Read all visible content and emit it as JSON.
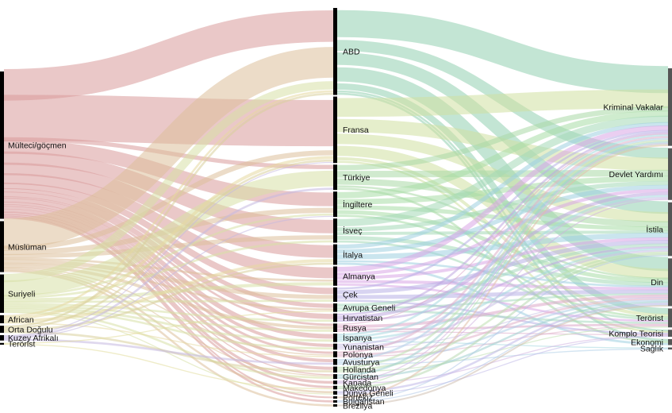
{
  "chart_data": {
    "type": "sankey",
    "title": "",
    "colors": {
      "Mülteci/göçmen": "#d99a9a",
      "Müslüman": "#dcc09a",
      "Suriyeli": "#d7e0a6",
      "African": "#e6d8a0",
      "Orta Doğulu": "#d8d09c",
      "Kuzey Afrikalı": "#c4b8e0",
      "Terörist": "#e2dc9a",
      "ABD": "#92d0b0",
      "Fransa": "#cfe0a0",
      "Türkiye": "#aad8a6",
      "İngiltere": "#a8dca6",
      "İsveç": "#a4d8b6",
      "İtalya": "#9ed0e0",
      "Almanya": "#d8a6e6",
      "Çek": "#b8b0e6",
      "Avrupa Geneli": "#a8d8c0",
      "Hırvatistan": "#c0a8e0",
      "Rusya": "#dca8c8",
      "İspanya": "#a8d8e0",
      "Yunanistan": "#c8c0e6",
      "Polonya": "#e0b0c8",
      "Avusturya": "#b0d0e8",
      "Hollanda": "#c0e0b0",
      "Gürcistan": "#a0d0d0",
      "Kanada": "#d0b0e0",
      "Makedonya": "#b8d8b0",
      "Dünya Geneli": "#c0b8e8",
      "Portekiz": "#e0c0a8",
      "Bulgaristan": "#b0c8e8",
      "Brezilya": "#d0c0b0"
    },
    "columns": [
      {
        "name": "source",
        "nodes": [
          {
            "label": "Mülteci/göçmen",
            "value": 165
          },
          {
            "label": "Müslüman",
            "value": 57
          },
          {
            "label": "Suriyeli",
            "value": 43
          },
          {
            "label": "African",
            "value": 9
          },
          {
            "label": "Orta Doğulu",
            "value": 8
          },
          {
            "label": "Kuzey Afrikalı",
            "value": 6
          },
          {
            "label": "Terörist",
            "value": 2
          }
        ]
      },
      {
        "name": "country",
        "nodes": [
          {
            "label": "ABD",
            "value": 72
          },
          {
            "label": "Fransa",
            "value": 55
          },
          {
            "label": "Türkiye",
            "value": 21
          },
          {
            "label": "İngiltere",
            "value": 21
          },
          {
            "label": "İsveç",
            "value": 20
          },
          {
            "label": "İtalya",
            "value": 17
          },
          {
            "label": "Almanya",
            "value": 16
          },
          {
            "label": "Çek",
            "value": 12
          },
          {
            "label": "Avrupa Geneli",
            "value": 7
          },
          {
            "label": "Hırvatistan",
            "value": 7
          },
          {
            "label": "Rusya",
            "value": 7
          },
          {
            "label": "İspanya",
            "value": 7
          },
          {
            "label": "Yunanistan",
            "value": 5
          },
          {
            "label": "Polonya",
            "value": 5
          },
          {
            "label": "Avusturya",
            "value": 5
          },
          {
            "label": "Hollanda",
            "value": 5
          },
          {
            "label": "Gürcistan",
            "value": 4
          },
          {
            "label": "Kanada",
            "value": 3
          },
          {
            "label": "Makedonya",
            "value": 3
          },
          {
            "label": "Dünya Geneli",
            "value": 3
          },
          {
            "label": "Portekiz",
            "value": 2
          },
          {
            "label": "Bulgaristan",
            "value": 2
          },
          {
            "label": "Brezilya",
            "value": 2
          }
        ]
      },
      {
        "name": "topic",
        "nodes": [
          {
            "label": "Kriminal Vakalar",
            "value": 78
          },
          {
            "label": "Devlet Yardımı",
            "value": 52
          },
          {
            "label": "İstila",
            "value": 54
          },
          {
            "label": "Din",
            "value": 48
          },
          {
            "label": "Terörist",
            "value": 19
          },
          {
            "label": "Komplo Teorisi",
            "value": 7
          },
          {
            "label": "Ekonomi",
            "value": 6
          },
          {
            "label": "Sağlık",
            "value": 2
          }
        ]
      }
    ],
    "links": [
      {
        "source": "Mülteci/göçmen",
        "target": "ABD",
        "value": 30
      },
      {
        "source": "Mülteci/göçmen",
        "target": "Fransa",
        "value": 44
      },
      {
        "source": "Mülteci/göçmen",
        "target": "Türkiye",
        "value": 4
      },
      {
        "source": "Mülteci/göçmen",
        "target": "İngiltere",
        "value": 13
      },
      {
        "source": "Mülteci/göçmen",
        "target": "İsveç",
        "value": 12
      },
      {
        "source": "Mülteci/göçmen",
        "target": "İtalya",
        "value": 12
      },
      {
        "source": "Mülteci/göçmen",
        "target": "Almanya",
        "value": 10
      },
      {
        "source": "Mülteci/göçmen",
        "target": "Çek",
        "value": 6
      },
      {
        "source": "Mülteci/göçmen",
        "target": "Avrupa Geneli",
        "value": 4
      },
      {
        "source": "Mülteci/göçmen",
        "target": "Hırvatistan",
        "value": 5
      },
      {
        "source": "Mülteci/göçmen",
        "target": "Rusya",
        "value": 2
      },
      {
        "source": "Mülteci/göçmen",
        "target": "İspanya",
        "value": 4
      },
      {
        "source": "Mülteci/göçmen",
        "target": "Yunanistan",
        "value": 3
      },
      {
        "source": "Mülteci/göçmen",
        "target": "Polonya",
        "value": 2
      },
      {
        "source": "Mülteci/göçmen",
        "target": "Avusturya",
        "value": 3
      },
      {
        "source": "Mülteci/göçmen",
        "target": "Hollanda",
        "value": 3
      },
      {
        "source": "Mülteci/göçmen",
        "target": "Gürcistan",
        "value": 1
      },
      {
        "source": "Mülteci/göçmen",
        "target": "Kanada",
        "value": 2
      },
      {
        "source": "Mülteci/göçmen",
        "target": "Makedonya",
        "value": 2
      },
      {
        "source": "Mülteci/göçmen",
        "target": "Portekiz",
        "value": 1
      },
      {
        "source": "Mülteci/göçmen",
        "target": "Bulgaristan",
        "value": 2
      },
      {
        "source": "Müslüman",
        "target": "ABD",
        "value": 30
      },
      {
        "source": "Müslüman",
        "target": "Fransa",
        "value": 5
      },
      {
        "source": "Müslüman",
        "target": "İngiltere",
        "value": 5
      },
      {
        "source": "Müslüman",
        "target": "İsveç",
        "value": 4
      },
      {
        "source": "Müslüman",
        "target": "Almanya",
        "value": 2
      },
      {
        "source": "Müslüman",
        "target": "Çek",
        "value": 4
      },
      {
        "source": "Müslüman",
        "target": "Avrupa Geneli",
        "value": 2
      },
      {
        "source": "Müslüman",
        "target": "Rusya",
        "value": 3
      },
      {
        "source": "Müslüman",
        "target": "Polonya",
        "value": 1
      },
      {
        "source": "Müslüman",
        "target": "Gürcistan",
        "value": 1
      },
      {
        "source": "Müslüman",
        "target": "Brezilya",
        "value": 2
      },
      {
        "source": "Müslüman",
        "target": "Dünya Geneli",
        "value": 2
      },
      {
        "source": "Suriyeli",
        "target": "ABD",
        "value": 8
      },
      {
        "source": "Suriyeli",
        "target": "Türkiye",
        "value": 15
      },
      {
        "source": "Suriyeli",
        "target": "İngiltere",
        "value": 2
      },
      {
        "source": "Suriyeli",
        "target": "İsveç",
        "value": 2
      },
      {
        "source": "Suriyeli",
        "target": "Almanya",
        "value": 3
      },
      {
        "source": "Suriyeli",
        "target": "Çek",
        "value": 2
      },
      {
        "source": "Suriyeli",
        "target": "Hırvatistan",
        "value": 2
      },
      {
        "source": "Suriyeli",
        "target": "Rusya",
        "value": 2
      },
      {
        "source": "Suriyeli",
        "target": "İspanya",
        "value": 2
      },
      {
        "source": "Suriyeli",
        "target": "Yunanistan",
        "value": 2
      },
      {
        "source": "Suriyeli",
        "target": "Gürcistan",
        "value": 2
      },
      {
        "source": "Suriyeli",
        "target": "Dünya Geneli",
        "value": 1
      },
      {
        "source": "African",
        "target": "ABD",
        "value": 2
      },
      {
        "source": "African",
        "target": "Fransa",
        "value": 3
      },
      {
        "source": "African",
        "target": "İtalya",
        "value": 3
      },
      {
        "source": "African",
        "target": "Polonya",
        "value": 1
      },
      {
        "source": "Orta Doğulu",
        "target": "ABD",
        "value": 2
      },
      {
        "source": "Orta Doğulu",
        "target": "Fransa",
        "value": 2
      },
      {
        "source": "Orta Doğulu",
        "target": "İtalya",
        "value": 2
      },
      {
        "source": "Orta Doğulu",
        "target": "Hollanda",
        "value": 2
      },
      {
        "source": "Kuzey Afrikalı",
        "target": "Fransa",
        "value": 1
      },
      {
        "source": "Kuzey Afrikalı",
        "target": "Türkiye",
        "value": 2
      },
      {
        "source": "Kuzey Afrikalı",
        "target": "İngiltere",
        "value": 1
      },
      {
        "source": "Kuzey Afrikalı",
        "target": "Avusturya",
        "value": 2
      },
      {
        "source": "Terörist",
        "target": "Avrupa Geneli",
        "value": 1
      },
      {
        "source": "Terörist",
        "target": "Makedonya",
        "value": 1
      },
      {
        "source": "ABD",
        "target": "Kriminal Vakalar",
        "value": 26
      },
      {
        "source": "ABD",
        "target": "Devlet Yardımı",
        "value": 10
      },
      {
        "source": "ABD",
        "target": "İstila",
        "value": 12
      },
      {
        "source": "ABD",
        "target": "Din",
        "value": 14
      },
      {
        "source": "ABD",
        "target": "Terörist",
        "value": 6
      },
      {
        "source": "ABD",
        "target": "Komplo Teorisi",
        "value": 2
      },
      {
        "source": "ABD",
        "target": "Ekonomi",
        "value": 2
      },
      {
        "source": "Fransa",
        "target": "Kriminal Vakalar",
        "value": 18
      },
      {
        "source": "Fransa",
        "target": "Devlet Yardımı",
        "value": 12
      },
      {
        "source": "Fransa",
        "target": "İstila",
        "value": 10
      },
      {
        "source": "Fransa",
        "target": "Din",
        "value": 10
      },
      {
        "source": "Fransa",
        "target": "Terörist",
        "value": 3
      },
      {
        "source": "Fransa",
        "target": "Komplo Teorisi",
        "value": 2
      },
      {
        "source": "Türkiye",
        "target": "Kriminal Vakalar",
        "value": 5
      },
      {
        "source": "Türkiye",
        "target": "Devlet Yardımı",
        "value": 6
      },
      {
        "source": "Türkiye",
        "target": "İstila",
        "value": 6
      },
      {
        "source": "Türkiye",
        "target": "Din",
        "value": 2
      },
      {
        "source": "Türkiye",
        "target": "Ekonomi",
        "value": 2
      },
      {
        "source": "İngiltere",
        "target": "Kriminal Vakalar",
        "value": 6
      },
      {
        "source": "İngiltere",
        "target": "Devlet Yardımı",
        "value": 5
      },
      {
        "source": "İngiltere",
        "target": "İstila",
        "value": 4
      },
      {
        "source": "İngiltere",
        "target": "Din",
        "value": 4
      },
      {
        "source": "İngiltere",
        "target": "Terörist",
        "value": 2
      },
      {
        "source": "İsveç",
        "target": "Kriminal Vakalar",
        "value": 7
      },
      {
        "source": "İsveç",
        "target": "Devlet Yardımı",
        "value": 4
      },
      {
        "source": "İsveç",
        "target": "İstila",
        "value": 3
      },
      {
        "source": "İsveç",
        "target": "Din",
        "value": 4
      },
      {
        "source": "İsveç",
        "target": "Terörist",
        "value": 2
      },
      {
        "source": "İtalya",
        "target": "Kriminal Vakalar",
        "value": 4
      },
      {
        "source": "İtalya",
        "target": "Devlet Yardımı",
        "value": 4
      },
      {
        "source": "İtalya",
        "target": "İstila",
        "value": 5
      },
      {
        "source": "İtalya",
        "target": "Din",
        "value": 2
      },
      {
        "source": "İtalya",
        "target": "Ekonomi",
        "value": 2
      },
      {
        "source": "Almanya",
        "target": "Kriminal Vakalar",
        "value": 5
      },
      {
        "source": "Almanya",
        "target": "Devlet Yardımı",
        "value": 3
      },
      {
        "source": "Almanya",
        "target": "İstila",
        "value": 3
      },
      {
        "source": "Almanya",
        "target": "Din",
        "value": 3
      },
      {
        "source": "Almanya",
        "target": "Terörist",
        "value": 2
      },
      {
        "source": "Çek",
        "target": "Kriminal Vakalar",
        "value": 2
      },
      {
        "source": "Çek",
        "target": "İstila",
        "value": 4
      },
      {
        "source": "Çek",
        "target": "Din",
        "value": 4
      },
      {
        "source": "Çek",
        "target": "Komplo Teorisi",
        "value": 2
      },
      {
        "source": "Avrupa Geneli",
        "target": "İstila",
        "value": 3
      },
      {
        "source": "Avrupa Geneli",
        "target": "Din",
        "value": 2
      },
      {
        "source": "Avrupa Geneli",
        "target": "Terörist",
        "value": 2
      },
      {
        "source": "Hırvatistan",
        "target": "Kriminal Vakalar",
        "value": 2
      },
      {
        "source": "Hırvatistan",
        "target": "Devlet Yardımı",
        "value": 3
      },
      {
        "source": "Hırvatistan",
        "target": "İstila",
        "value": 2
      },
      {
        "source": "Rusya",
        "target": "Din",
        "value": 3
      },
      {
        "source": "Rusya",
        "target": "Terörist",
        "value": 2
      },
      {
        "source": "Rusya",
        "target": "Komplo Teorisi",
        "value": 1
      },
      {
        "source": "Rusya",
        "target": "Kriminal Vakalar",
        "value": 1
      },
      {
        "source": "İspanya",
        "target": "Kriminal Vakalar",
        "value": 2
      },
      {
        "source": "İspanya",
        "target": "Devlet Yardımı",
        "value": 2
      },
      {
        "source": "İspanya",
        "target": "İstila",
        "value": 2
      },
      {
        "source": "İspanya",
        "target": "Sağlık",
        "value": 1
      },
      {
        "source": "Yunanistan",
        "target": "İstila",
        "value": 2
      },
      {
        "source": "Yunanistan",
        "target": "Devlet Yardımı",
        "value": 2
      },
      {
        "source": "Yunanistan",
        "target": "Din",
        "value": 1
      },
      {
        "source": "Polonya",
        "target": "Kriminal Vakalar",
        "value": 2
      },
      {
        "source": "Polonya",
        "target": "Din",
        "value": 2
      },
      {
        "source": "Polonya",
        "target": "Terörist",
        "value": 1
      },
      {
        "source": "Avusturya",
        "target": "Kriminal Vakalar",
        "value": 2
      },
      {
        "source": "Avusturya",
        "target": "Din",
        "value": 2
      },
      {
        "source": "Avusturya",
        "target": "Sağlık",
        "value": 1
      },
      {
        "source": "Hollanda",
        "target": "Kriminal Vakalar",
        "value": 2
      },
      {
        "source": "Hollanda",
        "target": "İstila",
        "value": 2
      },
      {
        "source": "Hollanda",
        "target": "Terörist",
        "value": 1
      },
      {
        "source": "Gürcistan",
        "target": "Kriminal Vakalar",
        "value": 2
      },
      {
        "source": "Gürcistan",
        "target": "Din",
        "value": 2
      },
      {
        "source": "Kanada",
        "target": "Devlet Yardımı",
        "value": 1
      },
      {
        "source": "Kanada",
        "target": "Kriminal Vakalar",
        "value": 1
      },
      {
        "source": "Kanada",
        "target": "Komplo Teorisi",
        "value": 1
      },
      {
        "source": "Makedonya",
        "target": "İstila",
        "value": 2
      },
      {
        "source": "Makedonya",
        "target": "Kriminal Vakalar",
        "value": 1
      },
      {
        "source": "Dünya Geneli",
        "target": "Din",
        "value": 2
      },
      {
        "source": "Dünya Geneli",
        "target": "Komplo Teorisi",
        "value": 1
      },
      {
        "source": "Portekiz",
        "target": "Kriminal Vakalar",
        "value": 1
      },
      {
        "source": "Bulgaristan",
        "target": "İstila",
        "value": 1
      },
      {
        "source": "Bulgaristan",
        "target": "Din",
        "value": 1
      },
      {
        "source": "Brezilya",
        "target": "Din",
        "value": 1
      }
    ]
  }
}
